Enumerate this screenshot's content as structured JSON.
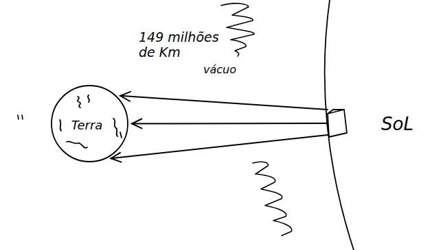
{
  "diagram": {
    "nodes": [
      {
        "text": [
          "Terra"
        ]
      },
      {
        "text": [
          "SoL"
        ]
      }
    ],
    "edges": [
      {
        "from": 1,
        "to": 0,
        "arrow": "to",
        "label": "149 milhões de Km"
      },
      {
        "from": 1,
        "to": 0,
        "arrow": "to"
      },
      {
        "from": 1,
        "to": 0,
        "arrow": "to"
      }
    ],
    "labels": [
      "vácuo"
    ]
  }
}
